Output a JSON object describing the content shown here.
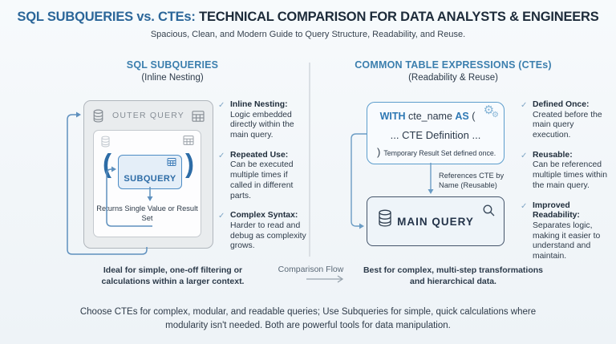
{
  "header": {
    "title_highlight": "SQL SUBQUERIES vs. CTEs:",
    "title_rest": " TECHNICAL COMPARISON FOR DATA ANALYSTS & ENGINEERS",
    "subtitle": "Spacious, Clean, and Modern Guide to Query Structure, Readability, and Reuse."
  },
  "left": {
    "heading": "SQL SUBQUERIES",
    "subheading": "(Inline Nesting)",
    "diagram": {
      "outer_label": "OUTER QUERY",
      "paren_open": "(",
      "paren_close": ")",
      "subquery_label": "SUBQUERY",
      "result_text": "Returns Single Value or Result Set"
    },
    "bullets": [
      {
        "title": "Inline Nesting:",
        "text": "Logic embedded directly within the main query."
      },
      {
        "title": "Repeated Use:",
        "text": "Can be executed multiple times if called in different parts."
      },
      {
        "title": "Complex Syntax:",
        "text": "Harder to read and debug as complexity grows."
      }
    ],
    "caption": "Ideal for simple, one-off filtering or calculations within a larger context."
  },
  "right": {
    "heading": "COMMON TABLE EXPRESSIONS (CTEs)",
    "subheading": "(Readability & Reuse)",
    "diagram": {
      "with_keyword": "WITH",
      "cte_name": " cte_name ",
      "as_keyword": "AS",
      "open_paren": " (",
      "definition": "... CTE Definition ...",
      "close_paren": ")",
      "temp_note": "Temporary Result Set defined once.",
      "arrow_label": "References CTE by Name (Reusable)",
      "main_query_label": "MAIN QUERY"
    },
    "bullets": [
      {
        "title": "Defined Once:",
        "text": "Created before the main query execution."
      },
      {
        "title": "Reusable:",
        "text": "Can be referenced multiple times within the main query."
      },
      {
        "title": "Improved Readability:",
        "text": "Separates logic, making it easier to understand and maintain."
      }
    ],
    "caption": "Best for complex, multi-step transformations and hierarchical data."
  },
  "comparison": {
    "label": "Comparison Flow"
  },
  "footer": {
    "text": "Choose CTEs for complex, modular, and readable queries; Use Subqueries for simple, quick calculations where modularity isn't needed. Both are powerful tools for data manipulation."
  },
  "colors": {
    "accent_blue": "#2d6ca6",
    "heading_blue": "#3c7fae",
    "navy": "#1d2b3a",
    "box_border_blue": "#5c9dcc",
    "main_box_border": "#44546a",
    "gray_box_fill": "#e9ecee",
    "background": "#f2f6f9"
  }
}
